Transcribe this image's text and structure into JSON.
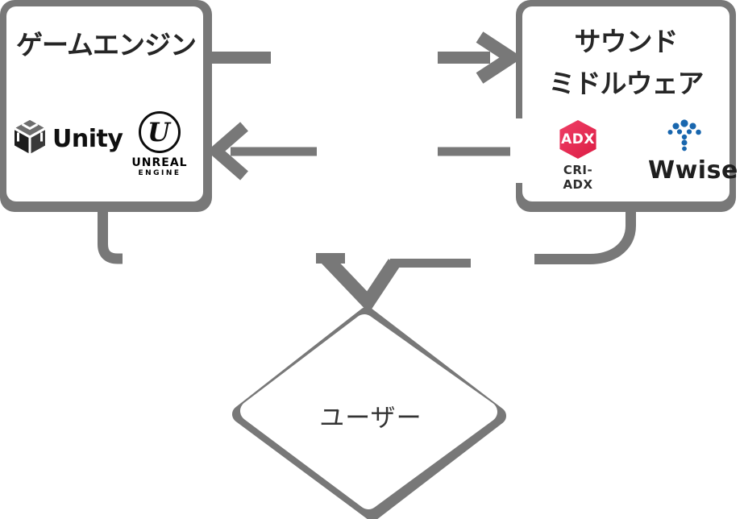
{
  "colors": {
    "connector_gray": "#787878",
    "box_frame_gray": "#787878",
    "title_text": "#262626",
    "adx_red": "#dc1c44",
    "wwise_blue": "#1866ae",
    "box_fill": "#ffffff"
  },
  "game_engine_box": {
    "title": "ゲームエンジン",
    "unity": {
      "name": "Unity"
    },
    "unreal": {
      "monogram": "U",
      "line1": "UNREAL",
      "line2": "ENGINE"
    }
  },
  "sound_middleware_box": {
    "title_line1": "サウンド",
    "title_line2": "ミドルウェア",
    "adx": {
      "badge": "ADX",
      "caption": "CRI-ADX"
    },
    "wwise": {
      "name": "Wwise"
    }
  },
  "user_node": {
    "label": "ユーザー"
  }
}
